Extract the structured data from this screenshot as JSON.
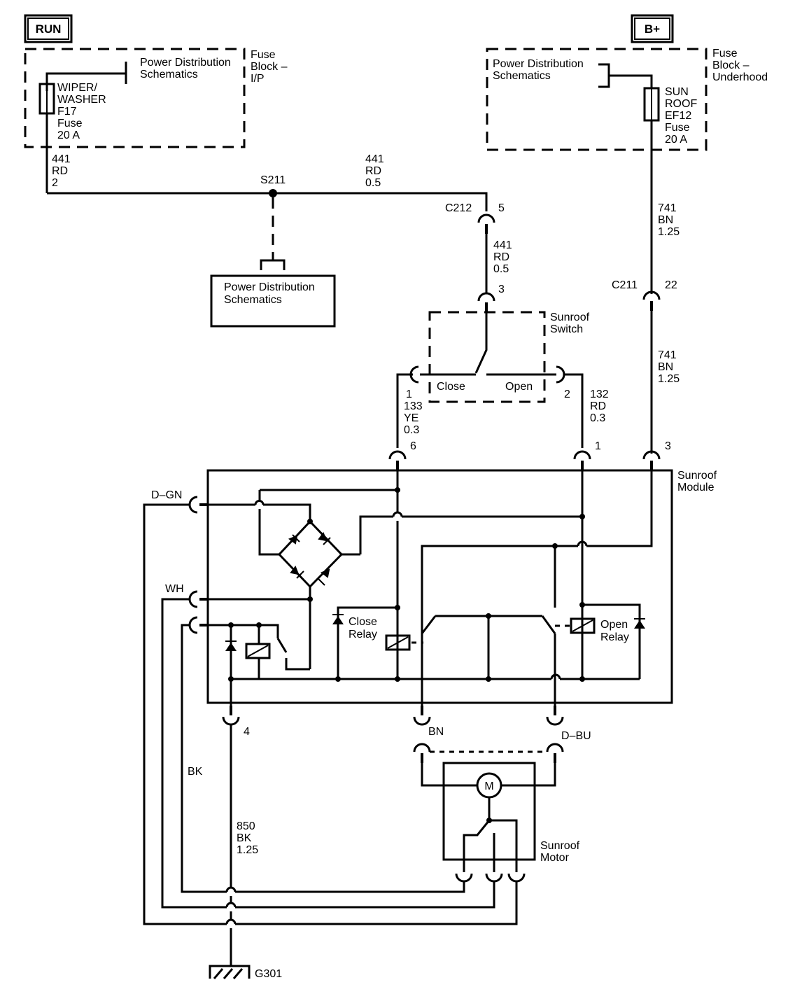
{
  "tags": {
    "run": "RUN",
    "bplus": "B+"
  },
  "fuse_ip": {
    "pds_line1": "Power Distribution",
    "pds_line2": "Schematics",
    "block_line1": "Fuse",
    "block_line2": "Block –",
    "block_line3": "I/P",
    "fuse_line1": "WIPER/",
    "fuse_line2": "WASHER",
    "fuse_line3": "F17",
    "fuse_line4": "Fuse",
    "fuse_line5": "20 A"
  },
  "fuse_uh": {
    "pds_line1": "Power Distribution",
    "pds_line2": "Schematics",
    "block_line1": "Fuse",
    "block_line2": "Block –",
    "block_line3": "Underhood",
    "fuse_line1": "SUN",
    "fuse_line2": "ROOF",
    "fuse_line3": "EF12",
    "fuse_line4": "Fuse",
    "fuse_line5": "20 A"
  },
  "pds_box": {
    "line1": "Power Distribution",
    "line2": "Schematics"
  },
  "splice": {
    "label": "S211"
  },
  "wires": {
    "w441_left": {
      "circuit": "441",
      "color": "RD",
      "size": "2"
    },
    "w441_top": {
      "circuit": "441",
      "color": "RD",
      "size": "0.5"
    },
    "w441_mid": {
      "circuit": "441",
      "color": "RD",
      "size": "0.5"
    },
    "w741_top": {
      "circuit": "741",
      "color": "BN",
      "size": "1.25"
    },
    "w741_mid": {
      "circuit": "741",
      "color": "BN",
      "size": "1.25"
    },
    "w133": {
      "circuit": "133",
      "color": "YE",
      "size": "0.3"
    },
    "w132": {
      "circuit": "132",
      "color": "RD",
      "size": "0.3"
    },
    "w850": {
      "circuit": "850",
      "color": "BK",
      "size": "1.25"
    },
    "bk": "BK"
  },
  "connectors": {
    "c212": "C212",
    "c212_pin": "5",
    "c212_pin3": "3",
    "c211": "C211",
    "c211_pin": "22",
    "sw_pin1": "1",
    "sw_pin2": "2",
    "mod_pin6": "6",
    "mod_pin1": "1",
    "mod_pin3": "3",
    "mod_pin4": "4",
    "dgn": "D–GN",
    "wh": "WH",
    "bn": "BN",
    "dbu": "D–BU"
  },
  "switch": {
    "title1": "Sunroof",
    "title2": "Switch",
    "close": "Close",
    "open": "Open"
  },
  "module": {
    "title1": "Sunroof",
    "title2": "Module",
    "close1": "Close",
    "close2": "Relay",
    "open1": "Open",
    "open2": "Relay"
  },
  "motor": {
    "title1": "Sunroof",
    "title2": "Motor",
    "symbol": "M"
  },
  "ground": {
    "label": "G301"
  }
}
